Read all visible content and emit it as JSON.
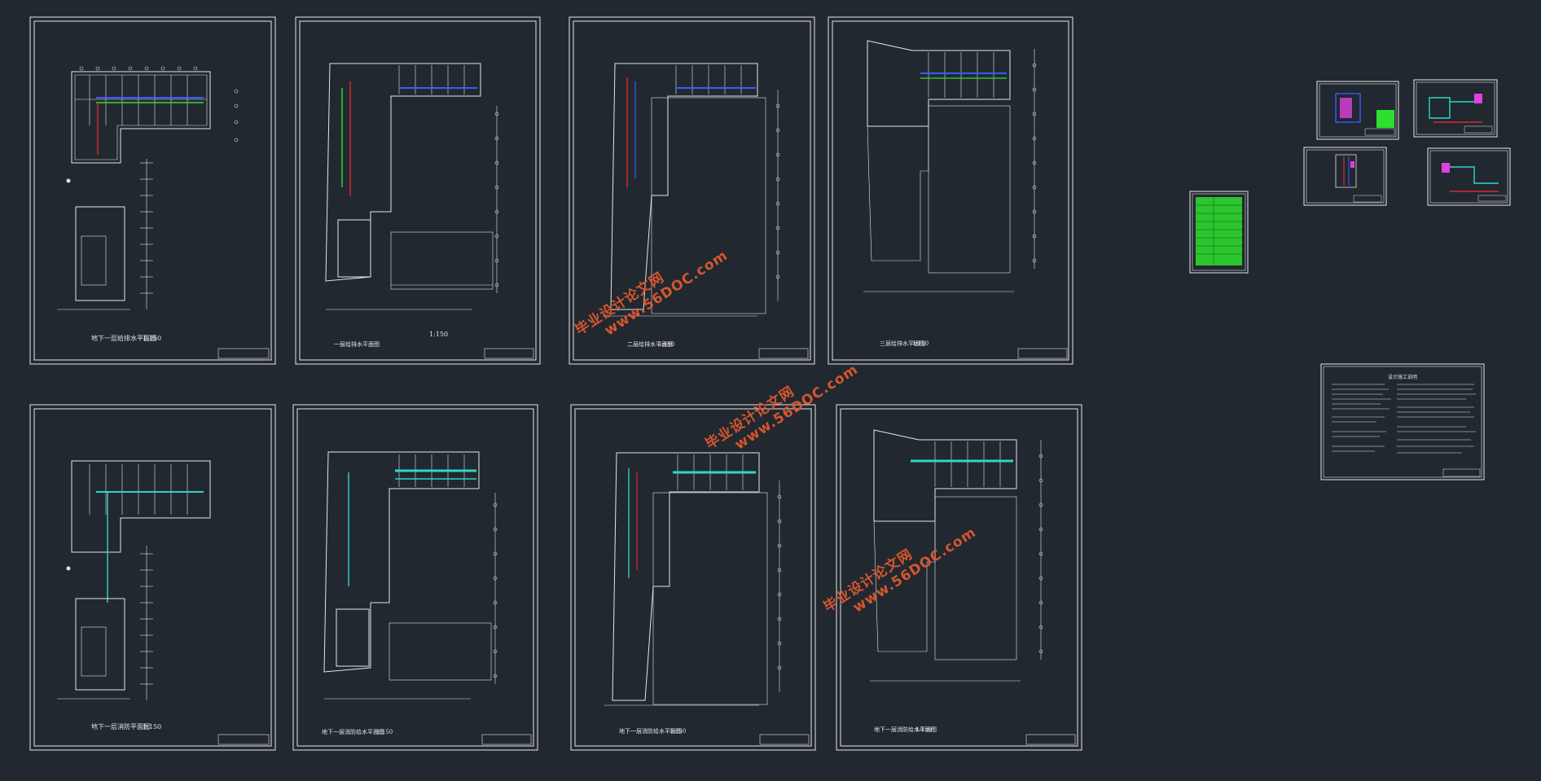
{
  "app": {
    "title": "CAD drawing overview",
    "background": "#212830",
    "line_color": "#e6e6e6"
  },
  "sheets": {
    "s1": {
      "caption": "地下一层给排水平面图",
      "scale": "1:150"
    },
    "s2": {
      "caption": "一层给排水平面图",
      "scale": "1:150"
    },
    "s3": {
      "caption": "二层给排水平面图",
      "scale": "1:150"
    },
    "s4": {
      "caption": "三层给排水平面图",
      "scale": "1:150"
    },
    "s5": {
      "caption": "地下一层消防平面图",
      "scale": "1:150"
    },
    "s6": {
      "caption": "地下一层消防给水平面图",
      "scale": "1:150"
    },
    "s7": {
      "caption": "地下一层消防给水平面图",
      "scale": "1:150"
    },
    "s8": {
      "caption": "地下一层消防给水平面图",
      "scale": "1:150"
    }
  },
  "small_sheets": {
    "notes_title": "设计施工说明"
  },
  "watermarks": [
    {
      "line1": "毕业设计论文网",
      "line2": "www.56DOC.com"
    },
    {
      "line1": "毕业设计论文网",
      "line2": "www.56DOC.com"
    },
    {
      "line1": "毕业设计论文网",
      "line2": "www.56DOC.com"
    }
  ],
  "colors": {
    "white": "#e8e8e8",
    "red": "#ff2a2a",
    "blue": "#3a5cff",
    "cyan": "#2fd6c8",
    "green": "#2ee02e",
    "magenta": "#e040e0",
    "watermark": "#e0582f"
  }
}
